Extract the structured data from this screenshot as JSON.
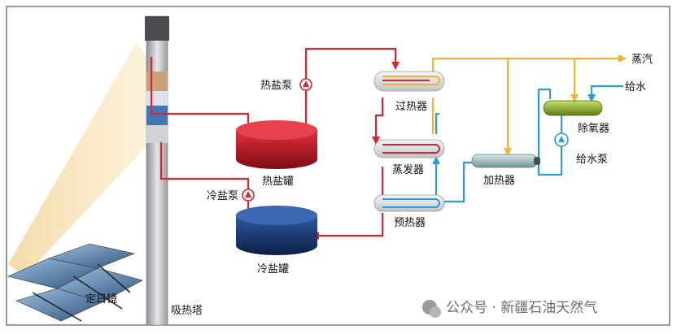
{
  "labels": {
    "heliostat": "定日镜",
    "tower": "吸热塔",
    "hot_salt_pump": "热盐泵",
    "hot_salt_tank": "热盐罐",
    "cold_salt_pump": "冷盐泵",
    "cold_salt_tank": "冷盐罐",
    "superheater": "过热器",
    "evaporator": "蒸发器",
    "preheater": "预热器",
    "heater": "加热器",
    "deaerator": "除氧器",
    "feedwater_pump": "给水泵",
    "steam": "蒸汽",
    "feedwater": "给水"
  },
  "watermark": "公众号 · 新疆石油天然气",
  "colors": {
    "salt_line": "#d7262e",
    "steam_line": "#f2b233",
    "water_line": "#2f9bd6",
    "hot_tank": "#c8101f",
    "cold_tank": "#1a3a73"
  }
}
